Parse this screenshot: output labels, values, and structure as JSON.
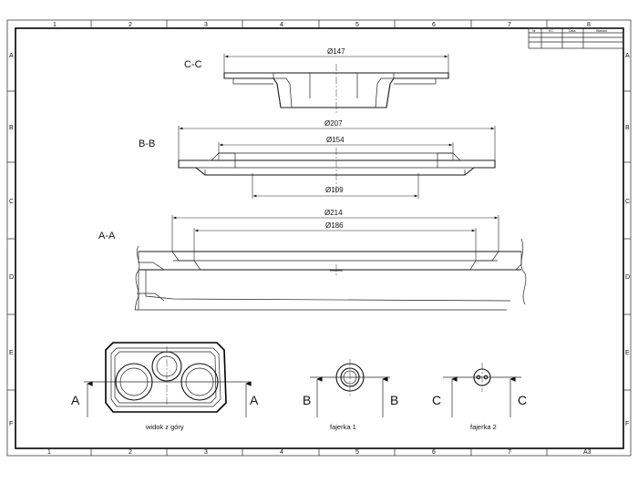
{
  "frame": {
    "columns": [
      "1",
      "2",
      "3",
      "4",
      "5",
      "6",
      "7",
      "8"
    ],
    "rows": [
      "A",
      "B",
      "C",
      "D",
      "E",
      "F"
    ],
    "sheet_size": "A3"
  },
  "revision_table": {
    "headers": [
      "Nr",
      "KC",
      "Data",
      "Wariant"
    ]
  },
  "sections": {
    "cc": {
      "title": "C-C",
      "dims": [
        "Ø147"
      ]
    },
    "bb": {
      "title": "B-B",
      "dims": [
        "Ø207",
        "Ø154",
        "Ø109"
      ]
    },
    "aa": {
      "title": "A-A",
      "dims": [
        "Ø214",
        "Ø186"
      ]
    }
  },
  "views": {
    "top": {
      "caption": "widok z góry",
      "cut_left": "A",
      "cut_right": "A"
    },
    "ring1": {
      "caption": "fajerka 1",
      "cut_left": "B",
      "cut_right": "B"
    },
    "ring2": {
      "caption": "fajerka 2",
      "cut_left": "C",
      "cut_right": "C"
    }
  }
}
